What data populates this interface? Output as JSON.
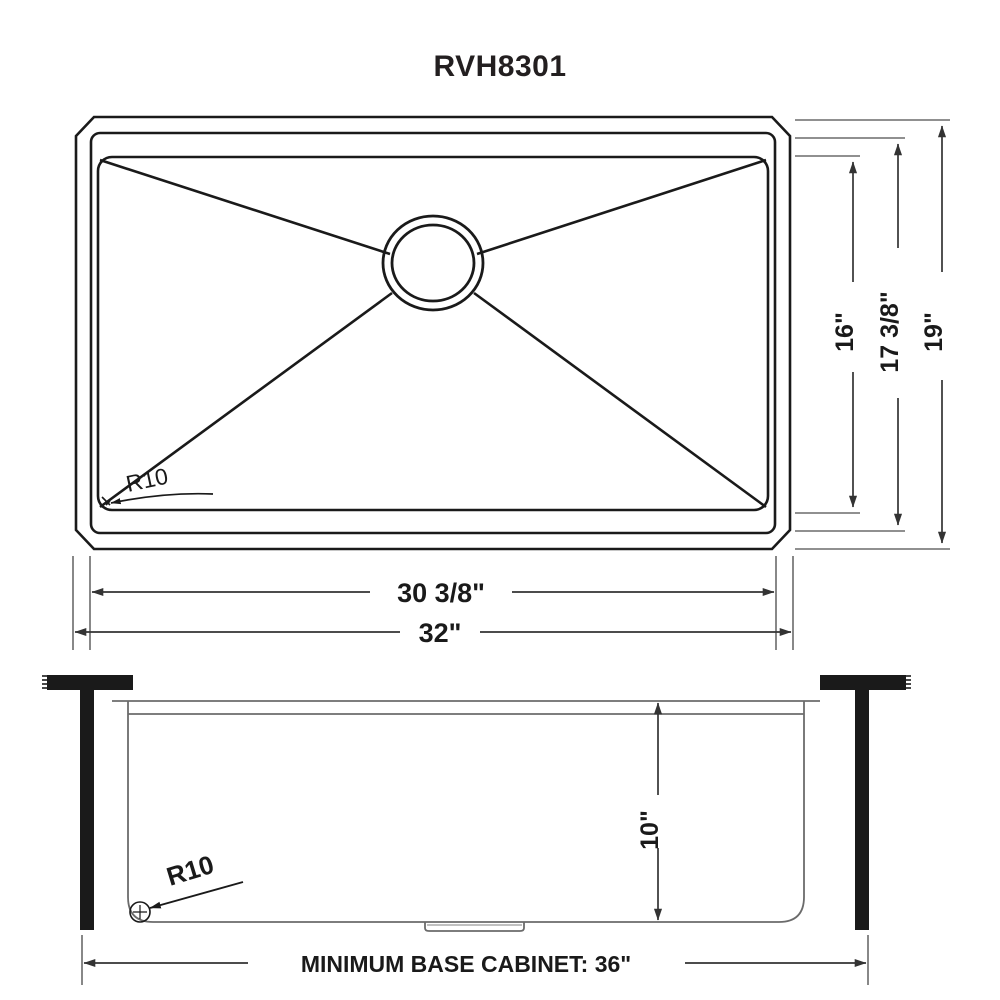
{
  "drawing": {
    "title": "RVH8301",
    "product_type": "undermount-kitchen-sink-spec-drawing",
    "units": "inches"
  },
  "top_view": {
    "name": "top-view",
    "radius_callout": "R10",
    "dimensions": {
      "overall_width": "32\"",
      "bowl_width": "30 3/8\"",
      "overall_depth": "19\"",
      "bowl_depth_outer": "17 3/8\"",
      "bowl_depth_inner": "16\""
    }
  },
  "section_view": {
    "name": "front-section-view",
    "radius_callout": "R10",
    "dimensions": {
      "bowl_height": "10\"",
      "base_cabinet": "MINIMUM BASE CABINET: 36\""
    }
  },
  "colors": {
    "line": "#1a1a1a",
    "thin_line": "#6b6b6b",
    "solid_fill": "#1a1a1a",
    "background": "#ffffff",
    "title": "#231f20"
  }
}
